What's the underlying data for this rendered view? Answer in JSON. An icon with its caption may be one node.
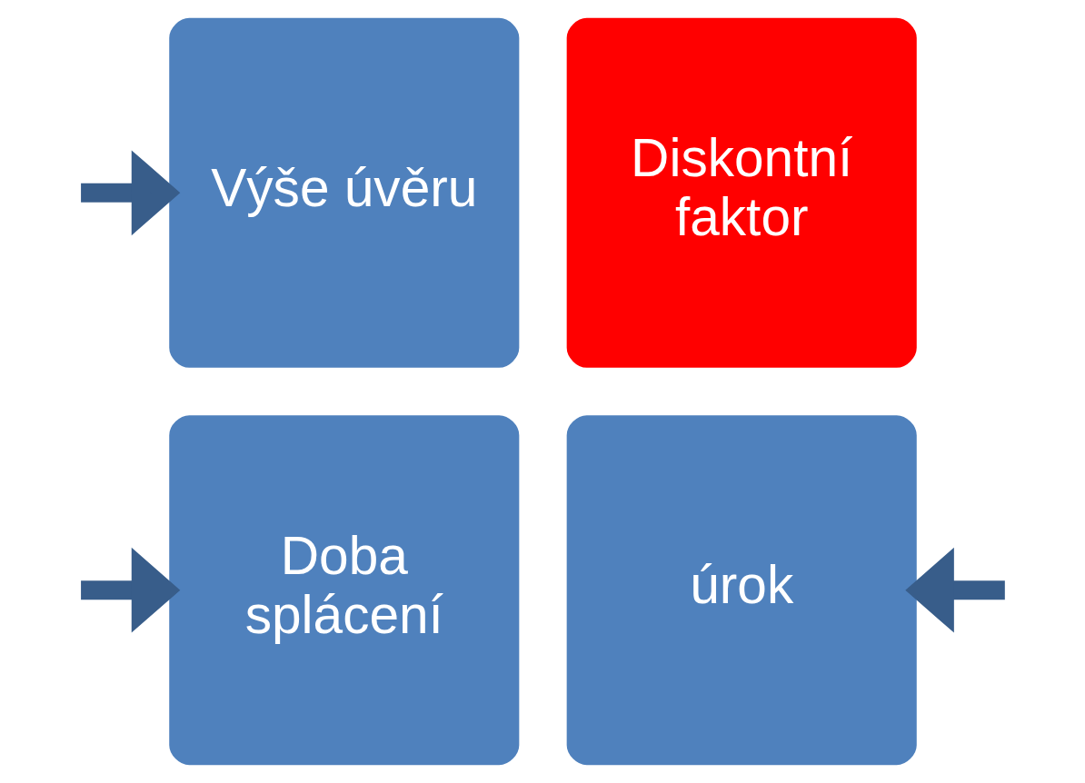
{
  "diagram": {
    "nodes": [
      {
        "text": [
          "Výše úvěru"
        ]
      },
      {
        "text": [
          "Diskontní faktor"
        ]
      },
      {
        "text": [
          "Doba splácení"
        ]
      },
      {
        "text": [
          "úrok"
        ]
      }
    ],
    "edges": [
      {
        "from": null,
        "to": 0,
        "arrow": "to"
      },
      {
        "from": null,
        "to": 2,
        "arrow": "to"
      },
      {
        "from": null,
        "to": 3,
        "arrow": "to"
      }
    ]
  }
}
